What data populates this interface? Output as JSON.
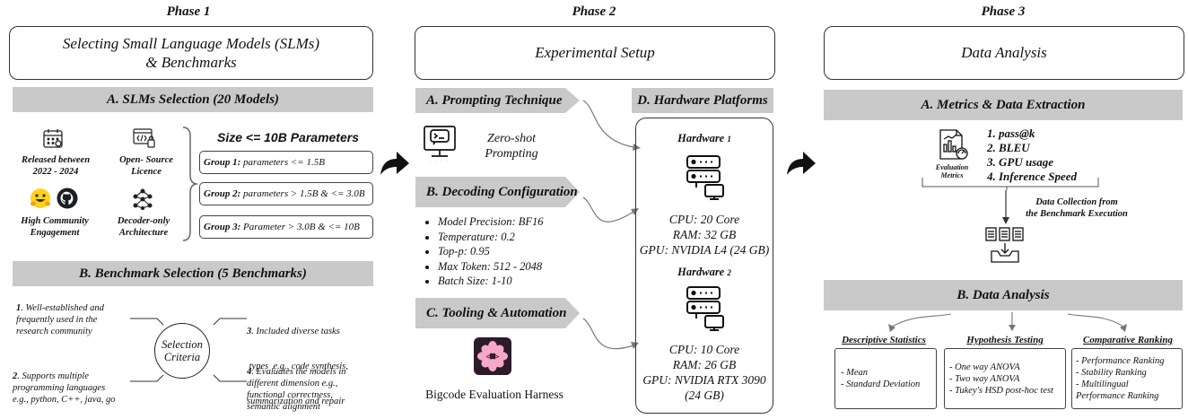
{
  "phase1": {
    "title": "Phase 1",
    "header": "Selecting Small Language Models (SLMs) & Benchmarks",
    "header_line1": "Selecting Small Language Models (SLMs)",
    "header_line2": "& Benchmarks",
    "slm_selection": {
      "bar": "A. SLMs Selection (20 Models)",
      "criteria": [
        {
          "label_line1": "Released between",
          "label_line2": "2022 - 2024",
          "icon": "calendar-icon"
        },
        {
          "label_line1": "Open- Source",
          "label_line2": "Licence",
          "icon": "code-license-icon"
        },
        {
          "label_line1": "High Community",
          "label_line2": "Engagement",
          "icon": "community-logos-icon"
        },
        {
          "label_line1": "Decoder-only",
          "label_line2": "Architecture",
          "icon": "network-icon"
        }
      ],
      "size_title": "Size <= 10B  Parameters",
      "groups": [
        {
          "name": "Group 1:",
          "rule": " parameters <= 1.5B"
        },
        {
          "name": "Group 2:",
          "rule": " parameters > 1.5B & <= 3.0B"
        },
        {
          "name": "Group 3:",
          "rule": " Parameter > 3.0B & <= 10B"
        }
      ]
    },
    "benchmark_selection": {
      "bar": "B. Benchmark Selection (5 Benchmarks)",
      "center": "Selection Criteria",
      "center_line1": "Selection",
      "center_line2": "Criteria",
      "items": [
        {
          "num": "1",
          "lines": [
            ". Well-established and",
            "frequently used in the",
            "research community"
          ]
        },
        {
          "num": "2",
          "lines": [
            ". Supports multiple",
            "programming languages",
            "e.g., python, C++, java, go"
          ]
        },
        {
          "num": "3",
          "lines": [
            ". Included diverse tasks",
            " types  e.g., code synthesis,",
            "summarization and repair"
          ]
        },
        {
          "num": "4",
          "lines": [
            ". Evaluates the models in",
            "different dimension e.g.,",
            "functional correctness,",
            "semantic alignment"
          ]
        }
      ]
    }
  },
  "phase2": {
    "title": "Phase 2",
    "header": "Experimental Setup",
    "prompting": {
      "bar": "A. Prompting Technique",
      "line1": "Zero-shot",
      "line2": "Prompting"
    },
    "decoding": {
      "bar": "B. Decoding Configuration",
      "items": [
        "Model Precision: BF16",
        "Temperature: 0.2",
        "Top-p: 0.95",
        "Max Token: 512 - 2048",
        "Batch Size: 1-10"
      ]
    },
    "tooling": {
      "bar": "C. Tooling & Automation",
      "tool": "Bigcode Evaluation Harness"
    },
    "hardware": {
      "bar": "D. Hardware Platforms",
      "platforms": [
        {
          "name": "Hardware ",
          "num": "1",
          "cpu": "CPU: 20 Core",
          "ram": "RAM: 32 GB",
          "gpu": "GPU: NVIDIA L4 (24 GB)",
          "gpu2": ""
        },
        {
          "name": "Hardware ",
          "num": "2",
          "cpu": "CPU: 10 Core",
          "ram": "RAM: 26 GB",
          "gpu": "GPU: NVIDIA RTX 3090",
          "gpu2": "(24 GB)"
        }
      ]
    }
  },
  "phase3": {
    "title": "Phase 3",
    "header": "Data Analysis",
    "metrics": {
      "bar": "A. Metrics & Data Extraction",
      "icon_label_line1": "Evaluation",
      "icon_label_line2": "Metrics",
      "list": [
        "1. pass@k",
        "2. BLEU",
        "3. GPU usage",
        "4. Inference Speed"
      ],
      "collection_line1": "Data Collection from",
      "collection_line2": "the Benchmark Execution"
    },
    "analysis": {
      "bar": "B. Data Analysis",
      "columns": [
        {
          "title": "Descriptive Statistics",
          "items": [
            "- Mean",
            "- Standard Deviation"
          ]
        },
        {
          "title": "Hypothesis Testing",
          "items": [
            "- One way ANOVA",
            "- Two way ANOVA",
            "- Tukey's HSD post-hoc test"
          ]
        },
        {
          "title": "Comparative Ranking",
          "items": [
            "- Performance Ranking",
            "- Stability Ranking",
            "- Multilingual",
            "Performance Ranking"
          ]
        }
      ]
    }
  }
}
